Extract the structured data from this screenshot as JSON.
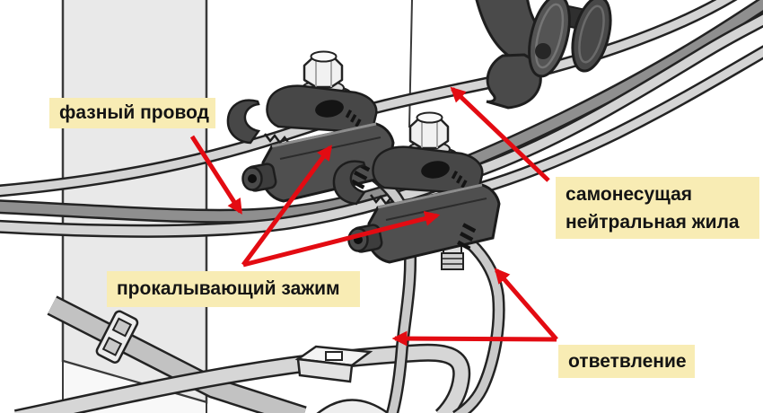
{
  "figure": {
    "type": "technical-illustration",
    "subject": "SIP overhead line piercing-clamp installation on pole",
    "colors": {
      "background": "#ffffff",
      "arrow-red": "#e30b12",
      "label-bg": "#f8ecb4",
      "label-text": "#141414",
      "outline": "#232323",
      "wire-light": "#d4d4d4",
      "wire-dark": "#8f8f8f",
      "pole-fill": "#e9e9e9"
    },
    "labels": {
      "phase_wire": "фазный провод",
      "neutral_carrier_line1": "самонесущая",
      "neutral_carrier_line2": "нейтральная жила",
      "piercing_clamp": "прокалывающий зажим",
      "branch": "ответвление"
    }
  }
}
